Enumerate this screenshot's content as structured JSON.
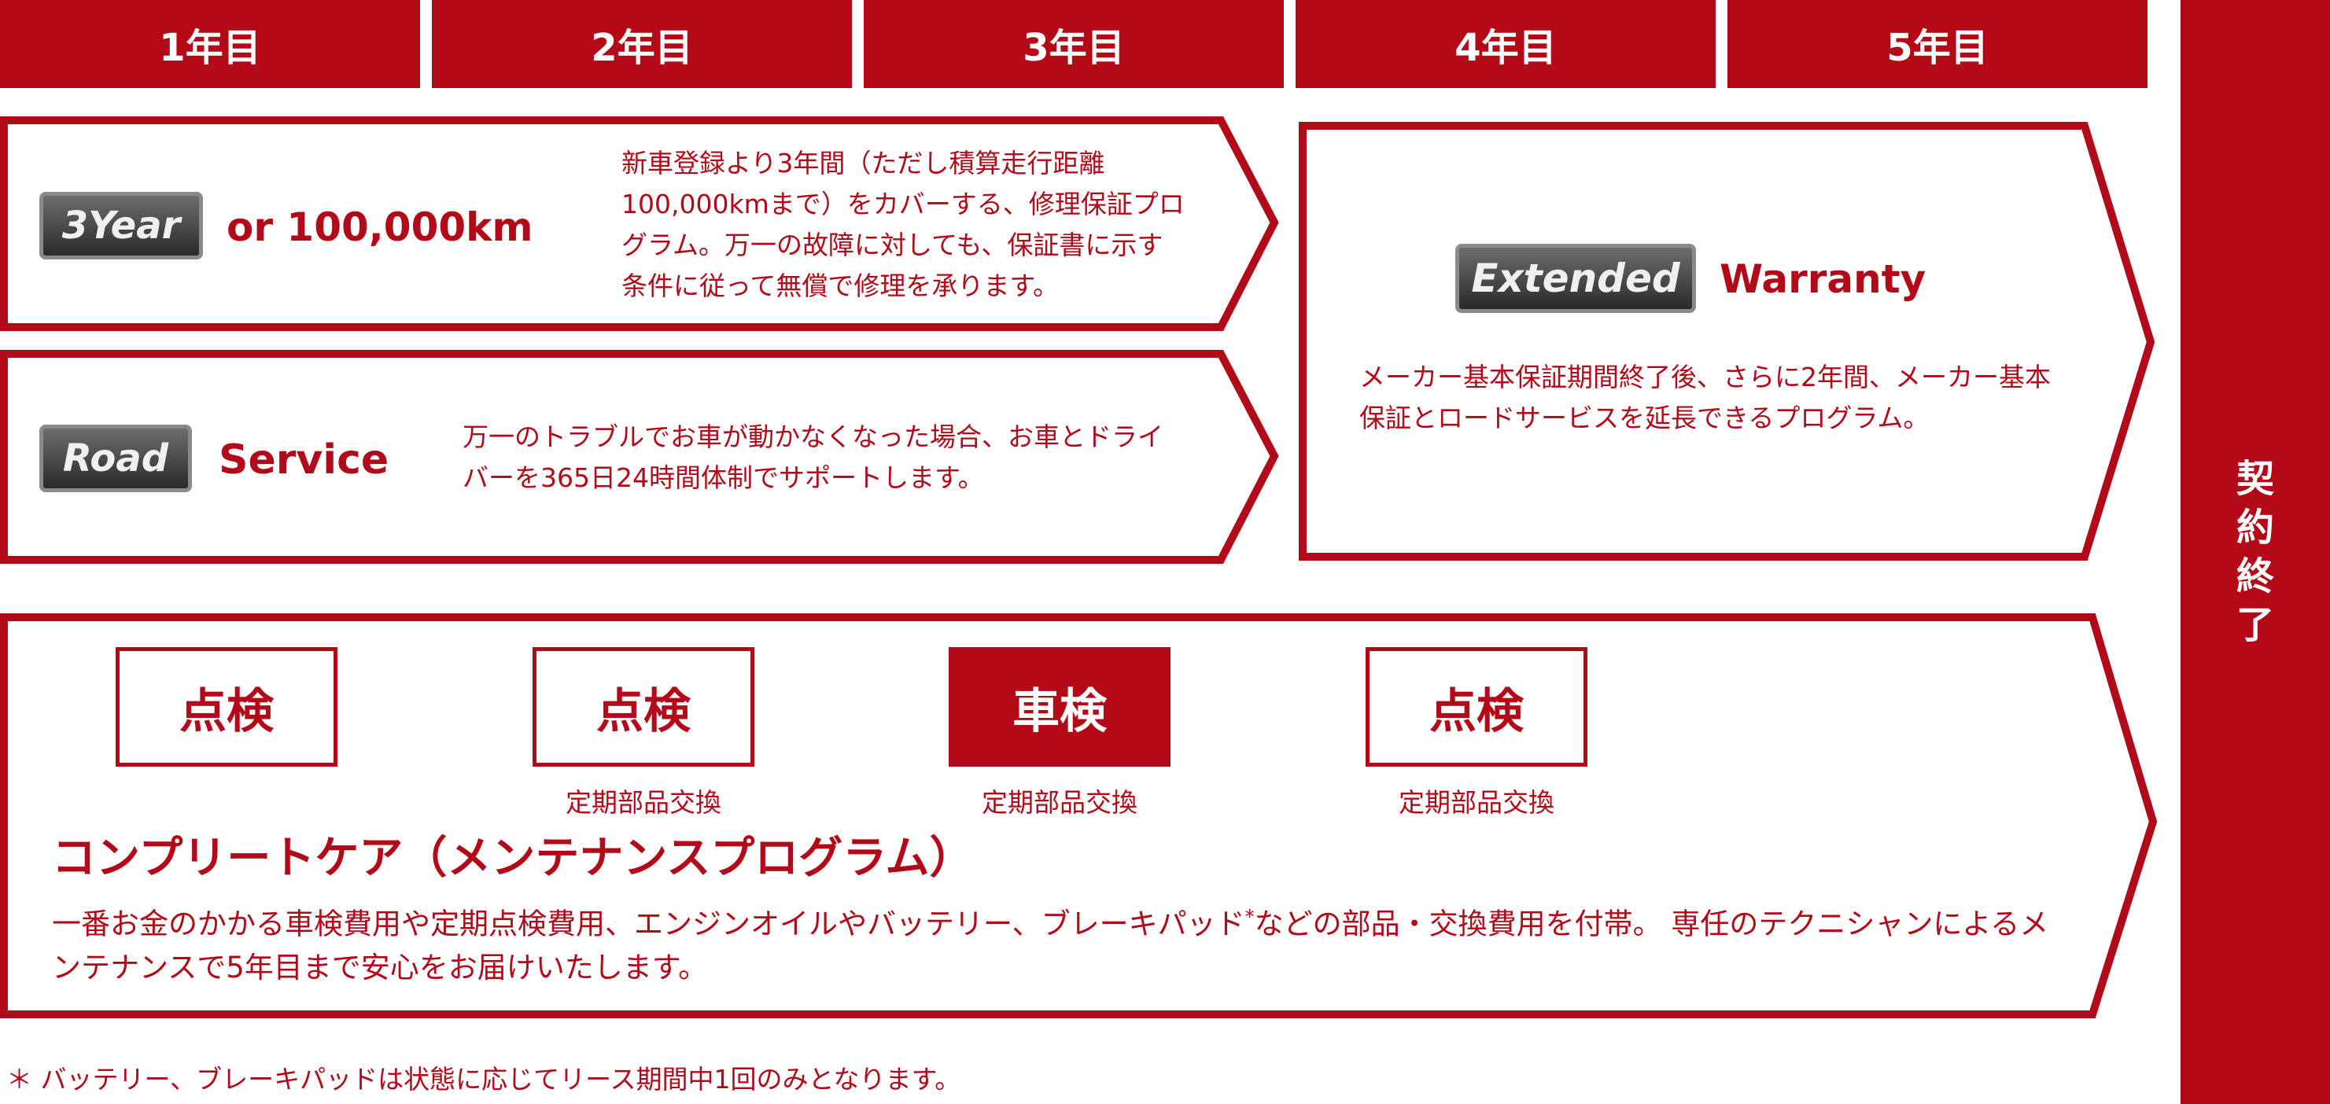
{
  "years": [
    "1年目",
    "2年目",
    "3年目",
    "4年目",
    "5年目"
  ],
  "contract_end": "契約終了",
  "warranty_3year": {
    "badge": "3Year",
    "label": "or 100,000km",
    "description": "新車登録より3年間（ただし積算走行距離100,000kmまで）をカバーする、修理保証プログラム。万一の故障に対しても、保証書に示す条件に従って無償で修理を承ります。"
  },
  "road_service": {
    "badge": "Road",
    "label": "Service",
    "description": "万一のトラブルでお車が動かなくなった場合、お車とドライバーを365日24時間体制でサポートします。"
  },
  "extended_warranty": {
    "badge": "Extended",
    "label": "Warranty",
    "description": "メーカー基本保証期間終了後、さらに2年間、メーカー基本保証とロードサービスを延長できるプログラム。"
  },
  "complete_care": {
    "boxes": [
      {
        "label": "点検",
        "sub": ""
      },
      {
        "label": "点検",
        "sub": "定期部品交換"
      },
      {
        "label": "車検",
        "sub": "定期部品交換"
      },
      {
        "label": "点検",
        "sub": "定期部品交換"
      }
    ],
    "title": "コンプリートケア（メンテナンスプログラム）",
    "description_part1": "一番お金のかかる車検費用や定期点検費用、エンジンオイルやバッテリー、ブレーキパッド",
    "asterisk": "*",
    "description_part2": "などの部品・交換費用を付帯。 専任のテクニシャンによるメンテナンスで5年目まで安心をお届けいたします。"
  },
  "footnote": "＊ バッテリー、ブレーキパッドは状態に応じてリース期間中1回のみとなります。",
  "colors": {
    "accent": "#b40a18",
    "badge": "#3a3a3a",
    "background": "#ffffff"
  }
}
